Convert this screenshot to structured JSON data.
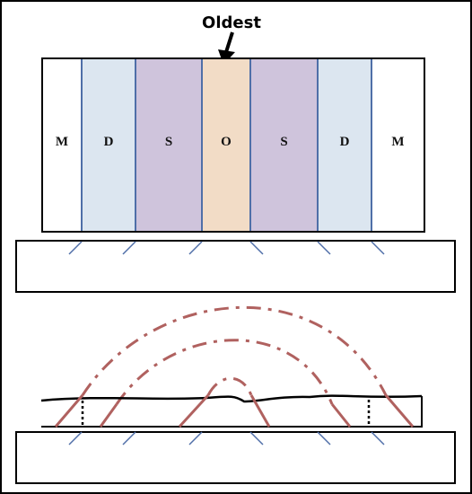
{
  "title": "Oldest",
  "bands": [
    {
      "label": "M",
      "fill": "#ffffff"
    },
    {
      "label": "D",
      "fill": "#dce6f0"
    },
    {
      "label": "S",
      "fill": "#cfc4dc"
    },
    {
      "label": "O",
      "fill": "#f2dcc6"
    },
    {
      "label": "S",
      "fill": "#cfc4dc"
    },
    {
      "label": "D",
      "fill": "#dce6f0"
    },
    {
      "label": "M",
      "fill": "#ffffff"
    }
  ],
  "colors": {
    "outline": "#000000",
    "band_border": "#4f6fa8",
    "fold_line": "#b0615f",
    "slope_tick": "#4f6fa8"
  }
}
